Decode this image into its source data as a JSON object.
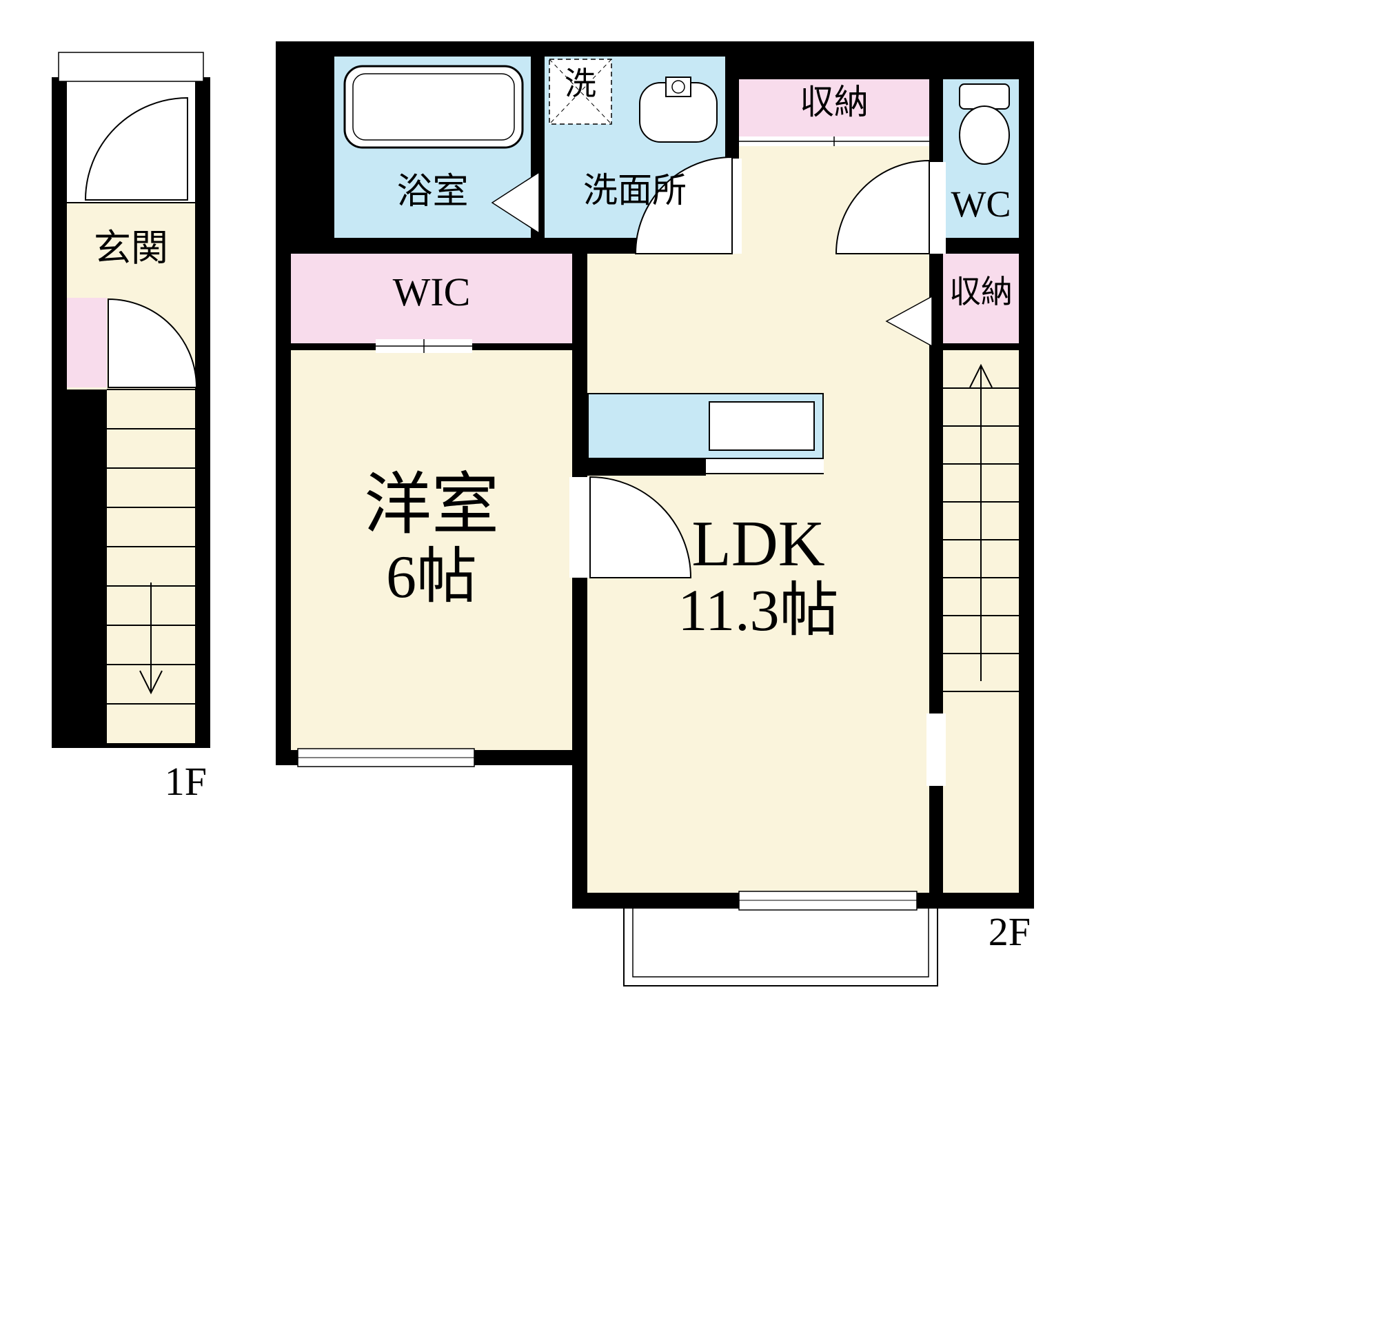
{
  "colors": {
    "wall": "#000000",
    "room_cream": "#faf4dc",
    "water_blue": "#c7e8f5",
    "storage_pink": "#f8dcec"
  },
  "floor1": {
    "label": "1F",
    "genkan": "玄関"
  },
  "floor2": {
    "label": "2F",
    "bathroom": "浴室",
    "laundry": "洗",
    "washroom": "洗面所",
    "storage_top": "収納",
    "wc": "WC",
    "wic": "WIC",
    "storage_right": "収納",
    "western_room": "洋室",
    "western_room_size": "6帖",
    "ldk": "LDK",
    "ldk_size": "11.3帖"
  }
}
